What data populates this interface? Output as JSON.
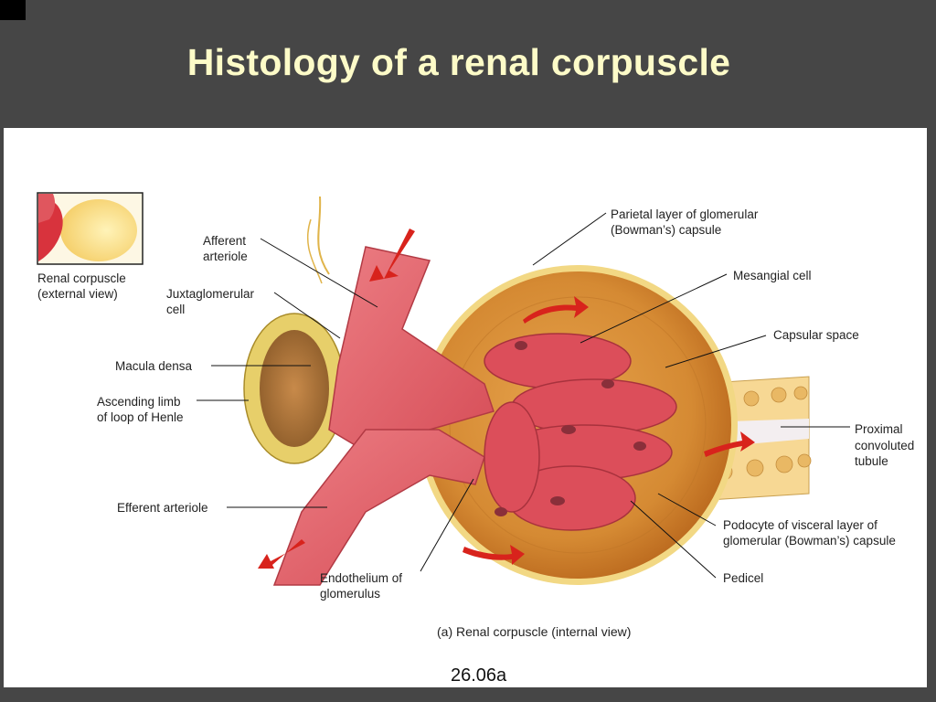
{
  "slide": {
    "title": "Histology of a renal corpuscle",
    "figure_number": "26.06a"
  },
  "figure": {
    "caption": "(a) Renal corpuscle (internal view)",
    "inset_label_line1": "Renal corpuscle",
    "inset_label_line2": "(external view)",
    "labels": {
      "afferent_1": "Afferent",
      "afferent_2": "arteriole",
      "juxta_1": "Juxtaglomerular",
      "juxta_2": "cell",
      "macula": "Macula densa",
      "ascending_1": "Ascending limb",
      "ascending_2": "of loop of Henle",
      "efferent": "Efferent arteriole",
      "endothelium_1": "Endothelium of",
      "endothelium_2": "glomerulus",
      "parietal_1": "Parietal layer of glomerular",
      "parietal_2": "(Bowman’s) capsule",
      "mesangial": "Mesangial cell",
      "capsular": "Capsular space",
      "proximal_1": "Proximal",
      "proximal_2": "convoluted",
      "proximal_3": "tubule",
      "podocyte_1": "Podocyte of visceral layer of",
      "podocyte_2": "glomerular (Bowman’s) capsule",
      "pedicel": "Pedicel"
    }
  },
  "colors": {
    "background": "#464646",
    "title": "#fdfbc8",
    "capsule": "#d9933a",
    "vessel": "#e15a63",
    "arrow": "#d8231c"
  }
}
